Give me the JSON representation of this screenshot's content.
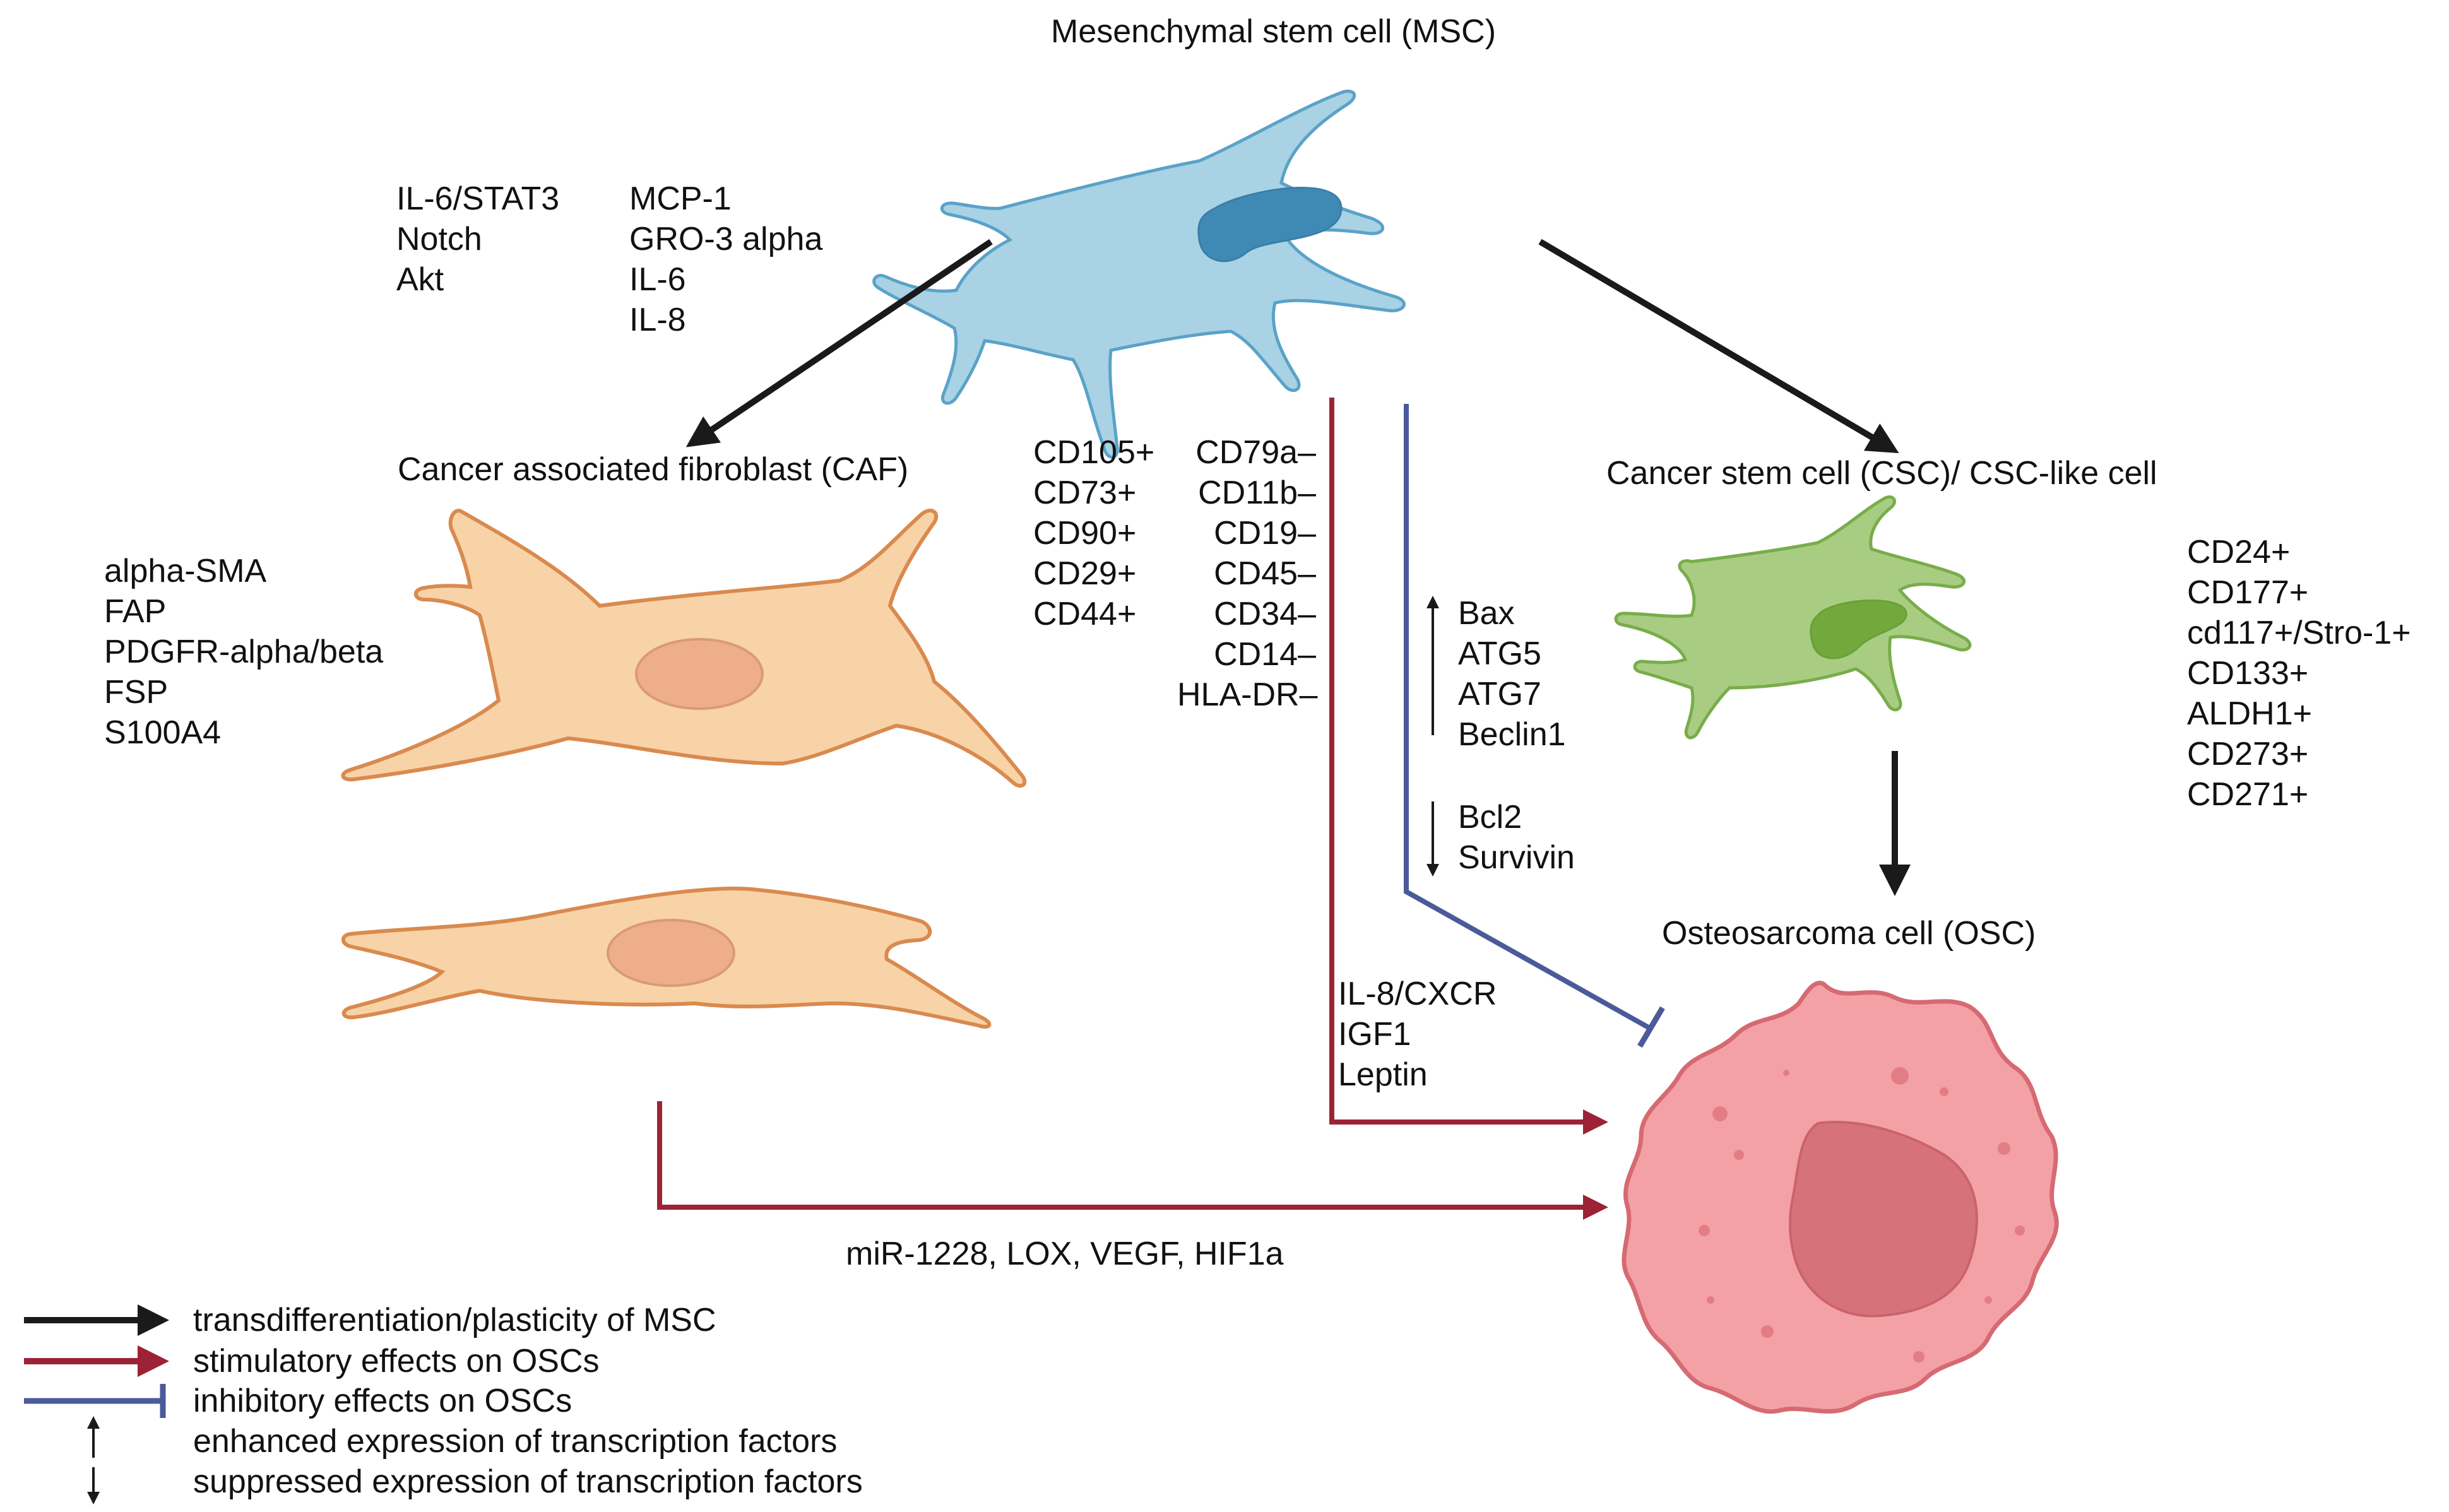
{
  "cells": {
    "msc": "Mesenchymal stem cell (MSC)",
    "caf": "Cancer associated fibroblast (CAF)",
    "csc": "Cancer stem cell (CSC)/ CSC-like cell",
    "osc": "Osteosarcoma cell (OSC)"
  },
  "msc_caf_factors": {
    "col1": [
      "IL-6/STAT3",
      "Notch",
      "Akt"
    ],
    "col2": [
      "MCP-1",
      "GRO-3 alpha",
      "IL-6",
      "IL-8"
    ]
  },
  "msc_markers": {
    "positive": [
      "CD105+",
      "CD73+",
      "CD90+",
      "CD29+",
      "CD44+"
    ],
    "negative": [
      "CD79a–",
      "CD11b–",
      "CD19–",
      "CD45–",
      "CD34–",
      "CD14–",
      "HLA-DR–"
    ]
  },
  "caf_markers": [
    "alpha-SMA",
    "FAP",
    "PDGFR-alpha/beta",
    "FSP",
    "S100A4"
  ],
  "csc_markers": [
    "CD24+",
    "CD177+",
    "cd117+/Stro-1+",
    "CD133+",
    "ALDH1+",
    "CD273+",
    "CD271+"
  ],
  "upregulated": [
    "Bax",
    "ATG5",
    "ATG7",
    "Beclin1"
  ],
  "downregulated": [
    "Bcl2",
    "Survivin"
  ],
  "msc_stimulatory_factors": [
    "IL-8/CXCR",
    "IGF1",
    "Leptin"
  ],
  "caf_stimulatory_factors": "miR-1228, LOX, VEGF, HIF1a",
  "legend": {
    "transdiff": "transdifferentiation/plasticity of MSC",
    "stimulatory": "stimulatory effects on OSCs",
    "inhibitory": "inhibitory effects on OSCs",
    "enhanced": "enhanced expression of transcription factors",
    "suppressed": "suppressed expression of transcription factors"
  },
  "colors": {
    "black_arrow": "#1a1a1a",
    "stimulatory": "#9b2335",
    "inhibitory": "#4a5a9a",
    "msc_fill": "#a9d2e4",
    "msc_nucleus": "#3f8ab5",
    "caf_fill": "#f8d3a8",
    "caf_stroke": "#d98a4e",
    "csc_fill": "#a8cd82",
    "csc_nucleus": "#72a83c",
    "osc_fill": "#f4a1a6",
    "osc_nucleus": "#d6727a"
  }
}
